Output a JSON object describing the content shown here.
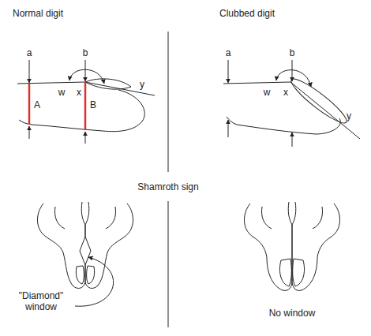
{
  "diagram": {
    "labels": [
      "Normal digit",
      "Clubbed digit",
      "a",
      "b",
      "w",
      "x",
      "y",
      "A",
      "B",
      "a",
      "b",
      "w",
      "x",
      "y",
      "Shamroth sign",
      "\"Diamond\" window",
      "No window"
    ]
  }
}
